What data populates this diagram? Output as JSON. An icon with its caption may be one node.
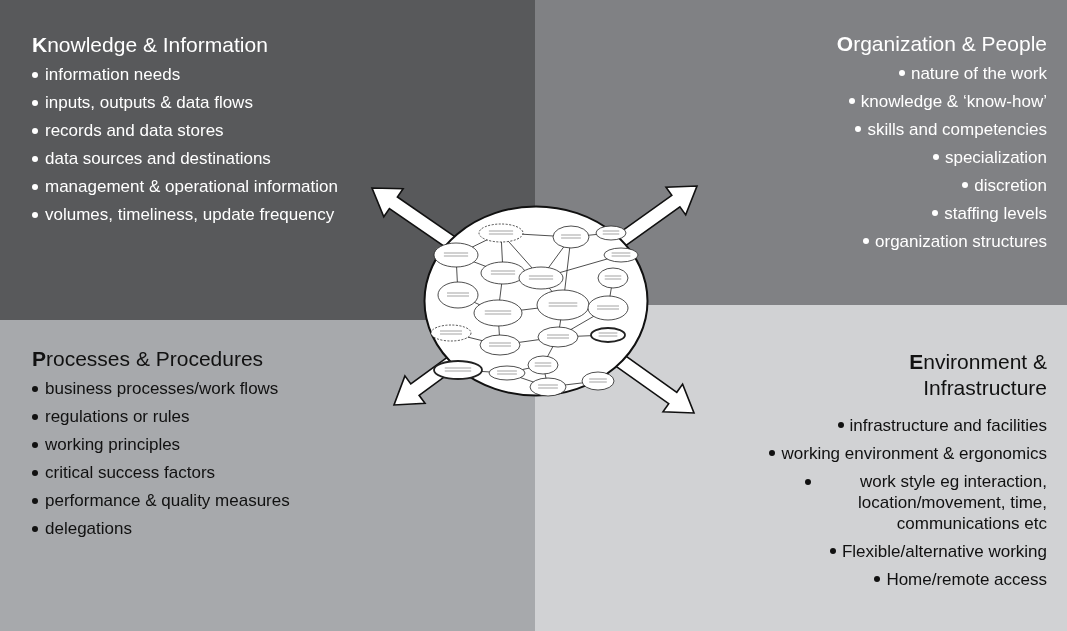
{
  "diagram": {
    "nodes": [
      {
        "text": [
          "**K**nowledge & Information",
          "information needs",
          "inputs, outputs & data flows",
          "records and data stores",
          "data sources and destinations",
          "management & operational information",
          "volumes, timeliness, update frequency"
        ]
      },
      {
        "text": [
          "**O**rganization & People",
          "nature of the work",
          "knowledge & ‘know-how’",
          "skills and competencies",
          "specialization",
          "discretion",
          "staffing levels",
          "organization structures"
        ]
      },
      {
        "text": [
          "**P**rocesses & Procedures",
          "business processes/work flows",
          "regulations or rules",
          "working principles",
          "critical success factors",
          "performance & quality measures",
          "delegations"
        ]
      },
      {
        "text": [
          "**E**nvironment & Infrastructure",
          "infrastructure and facilities",
          "working environment & ergonomics",
          "work style eg interaction, location/movement, time, communications etc",
          "Flexible/alternative working",
          "Home/remote access"
        ]
      },
      {
        "text": [],
        "shape": "picture"
      }
    ],
    "edges": [
      {
        "from": 4,
        "to": 0,
        "arrow": "to"
      },
      {
        "from": 4,
        "to": 1,
        "arrow": "to"
      },
      {
        "from": 4,
        "to": 2,
        "arrow": "to"
      },
      {
        "from": 4,
        "to": 3,
        "arrow": "to"
      }
    ]
  }
}
